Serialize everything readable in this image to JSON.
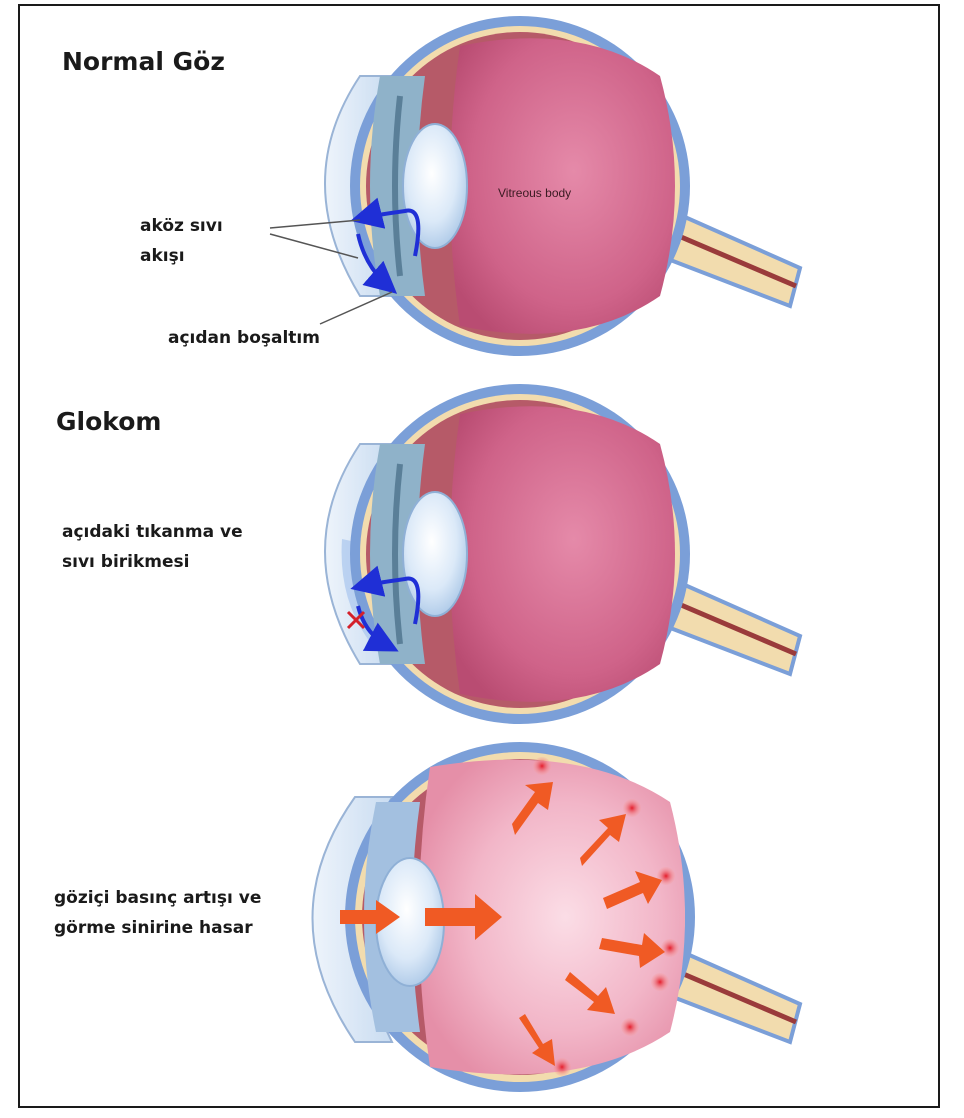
{
  "sections": {
    "normal": {
      "title": "Normal Göz",
      "flow_line1": "aköz sıvı",
      "flow_line2": "akışı",
      "drainage": "açıdan boşaltım",
      "vitreous": "Vitreous body"
    },
    "glaucoma": {
      "title": "Glokom",
      "blockage_line1": "açıdaki tıkanma ve",
      "blockage_line2": "sıvı birikmesi"
    },
    "pressure": {
      "line1": "göziçi basınç artışı ve",
      "line2": "görme sinirine hasar"
    }
  },
  "colors": {
    "sclera_outer": "#7b9fd8",
    "choroid": "#b65a68",
    "retina": "#f2dcae",
    "vitreous": "#c95c84",
    "lens": "#e8f1fb",
    "flow_arrow": "#1f2fd6",
    "pressure_arrow": "#f05a24",
    "block_mark": "#d4202a"
  },
  "icons": [
    "flow-arrow-icon",
    "block-x-icon",
    "pressure-arrow-icon",
    "damage-spot-icon"
  ]
}
